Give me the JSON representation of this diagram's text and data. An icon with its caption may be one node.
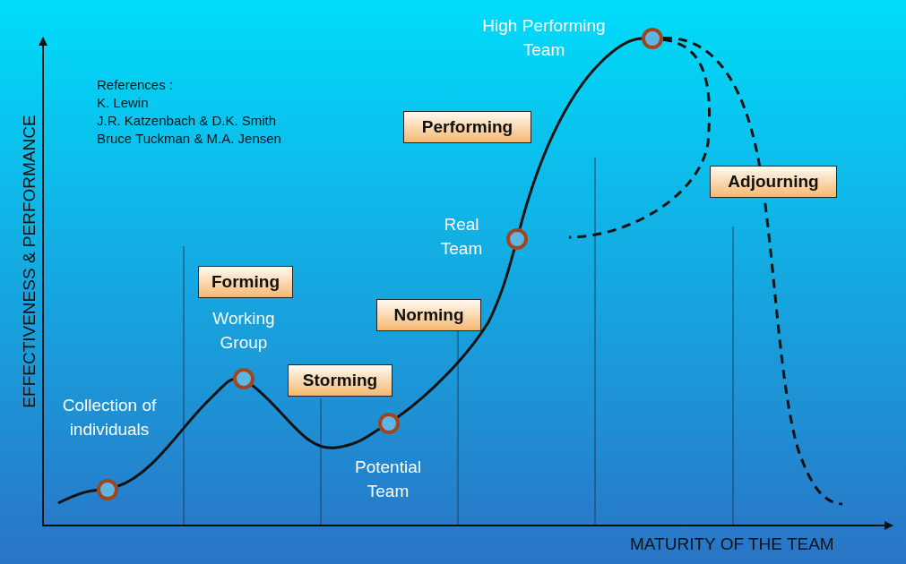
{
  "diagram": {
    "nodes": [
      {
        "text": [],
        "shape": "circle",
        "beside": [
          "Collection of individuals"
        ]
      },
      {
        "text": [],
        "shape": "circle",
        "beside": [
          "Working Group"
        ]
      },
      {
        "text": [],
        "shape": "circle",
        "beside": [
          "Potential Team"
        ]
      },
      {
        "text": [],
        "shape": "circle",
        "beside": [
          "Real Team"
        ]
      },
      {
        "text": [],
        "shape": "circle",
        "beside": [
          "High Performing Team"
        ]
      },
      {
        "text": [
          "Forming"
        ]
      },
      {
        "text": [
          "Storming"
        ]
      },
      {
        "text": [
          "Norming"
        ]
      },
      {
        "text": [
          "Performing"
        ]
      },
      {
        "text": [
          "Adjourning"
        ]
      }
    ],
    "edges": [
      {
        "from": null,
        "to": 0,
        "arrow": "none"
      },
      {
        "from": 0,
        "to": 1,
        "arrow": "none"
      },
      {
        "from": 1,
        "to": 2,
        "arrow": "none"
      },
      {
        "from": 2,
        "to": 3,
        "arrow": "none"
      },
      {
        "from": 3,
        "to": 4,
        "arrow": "none"
      },
      {
        "from": 4,
        "to": null,
        "arrow": "none",
        "style": "dashed"
      },
      {
        "from": 4,
        "to": null,
        "arrow": "none",
        "style": "dashed"
      }
    ],
    "labels": [
      "References :",
      "K. Lewin",
      "J.R. Katzenbach & D.K. Smith",
      "Bruce Tuckman & M.A. Jensen",
      "EFFECTIVENESS & PERFORMANCE",
      "MATURITY OF THE TEAM"
    ]
  }
}
